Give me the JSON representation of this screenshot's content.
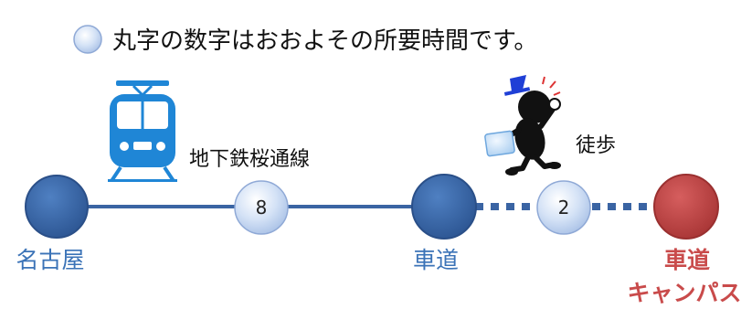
{
  "legend": {
    "text": "丸字の数字はおおよその所要時間です。"
  },
  "stations": {
    "nagoya": "名古屋",
    "kurumamichi": "車道",
    "campus_line1": "車道",
    "campus_line2": "キャンパス"
  },
  "segments": {
    "subway": {
      "mode": "地下鉄桜通線",
      "minutes": "8"
    },
    "walk": {
      "mode": "徒歩",
      "minutes": "2"
    }
  },
  "icons": {
    "subway": "train-icon",
    "walk": "walking-person-icon"
  },
  "colors": {
    "station": "#3f6fae",
    "destination": "#c94b4b",
    "route_line": "#3a64a3",
    "time_bubble": "#c5d7f1",
    "train": "#1f86d6",
    "station_label": "#3b73b7",
    "destination_label": "#c94b4b"
  }
}
